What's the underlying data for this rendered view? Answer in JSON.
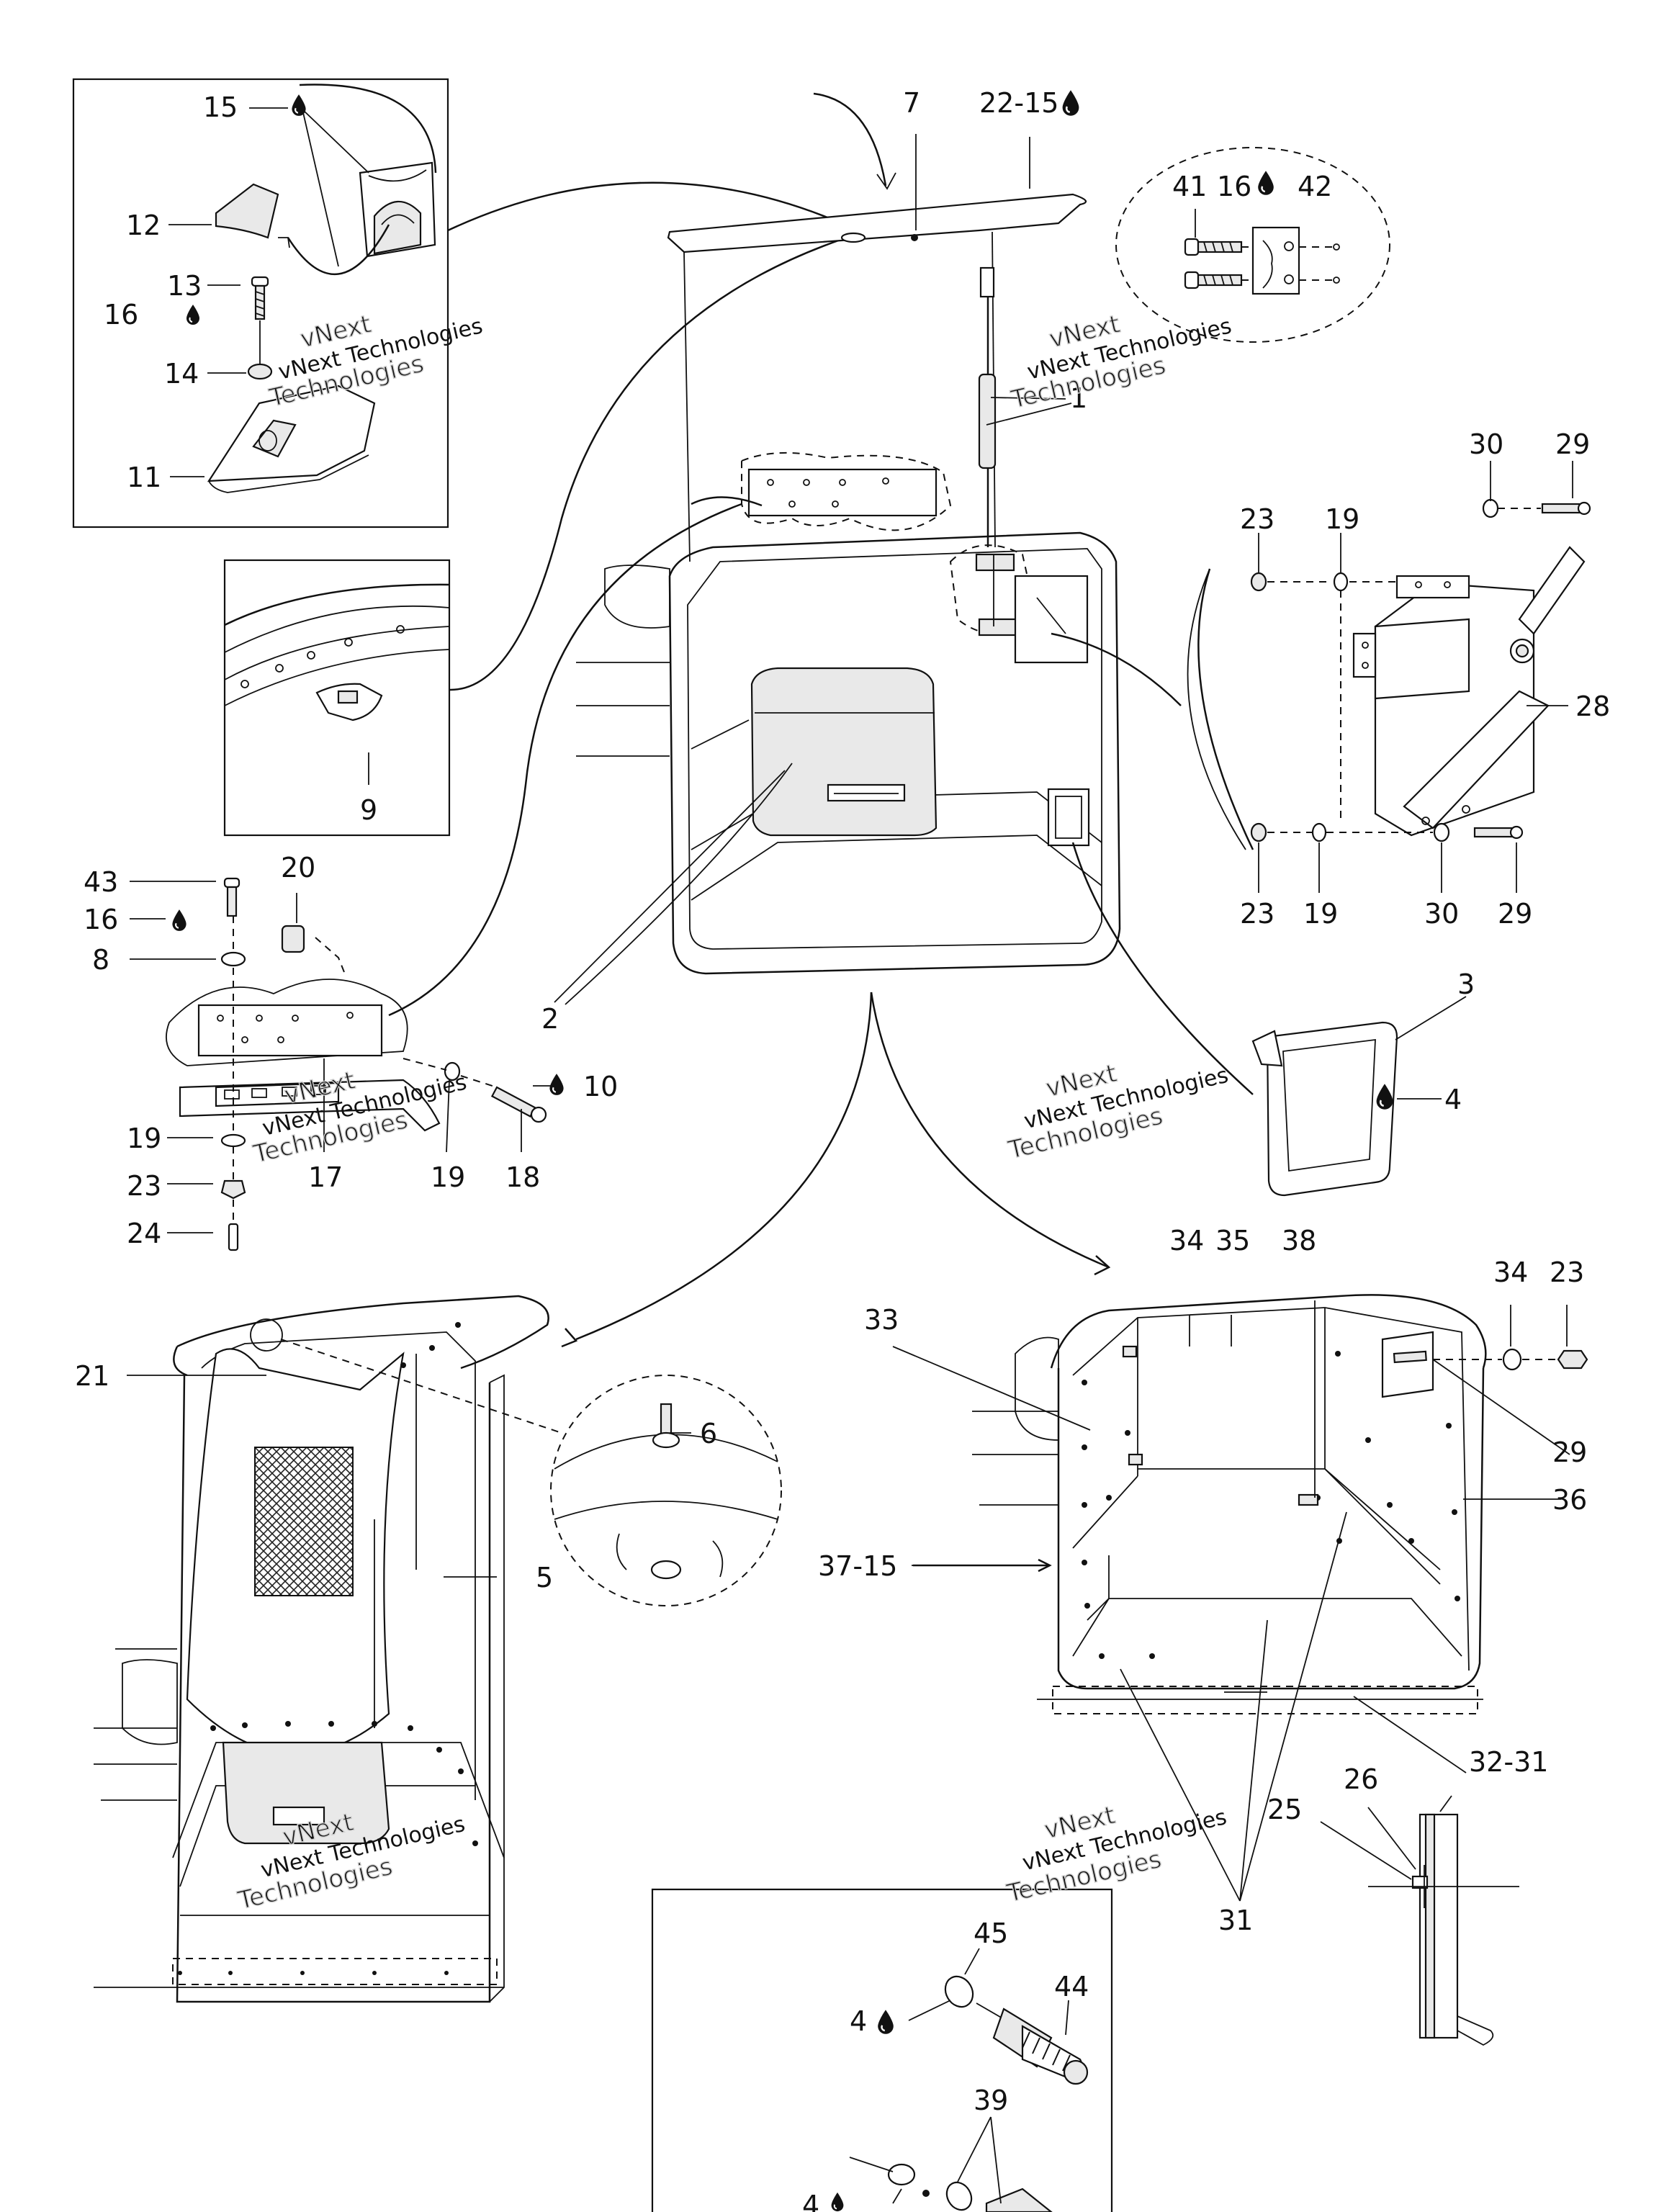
{
  "watermark": {
    "line_top": "vNext",
    "line_mid": "vNext Technologies",
    "line_bottom": "Technologies"
  },
  "callouts": {
    "c1": "1",
    "c2": "2",
    "c3": "3",
    "c4": "4",
    "c5": "5",
    "c6": "6",
    "c7": "7",
    "c8": "8",
    "c9": "9",
    "c10": "10",
    "c11": "11",
    "c12": "12",
    "c13": "13",
    "c14": "14",
    "c15": "15",
    "c16": "16",
    "c17": "17",
    "c18": "18",
    "c19": "19",
    "c20": "20",
    "c21": "21",
    "c22_15": "22-15",
    "c23": "23",
    "c24": "24",
    "c25": "25",
    "c26": "26",
    "c28": "28",
    "c29": "29",
    "c30": "30",
    "c31": "31",
    "c32_31": "32-31",
    "c33": "33",
    "c34": "34",
    "c35": "35",
    "c36": "36",
    "c37_15": "37-15",
    "c38": "38",
    "c39": "39",
    "c41": "41",
    "c42": "42",
    "c43": "43",
    "c44": "44",
    "c45": "45"
  },
  "icons": {
    "sealant_drop": "sealant-drop-icon"
  }
}
